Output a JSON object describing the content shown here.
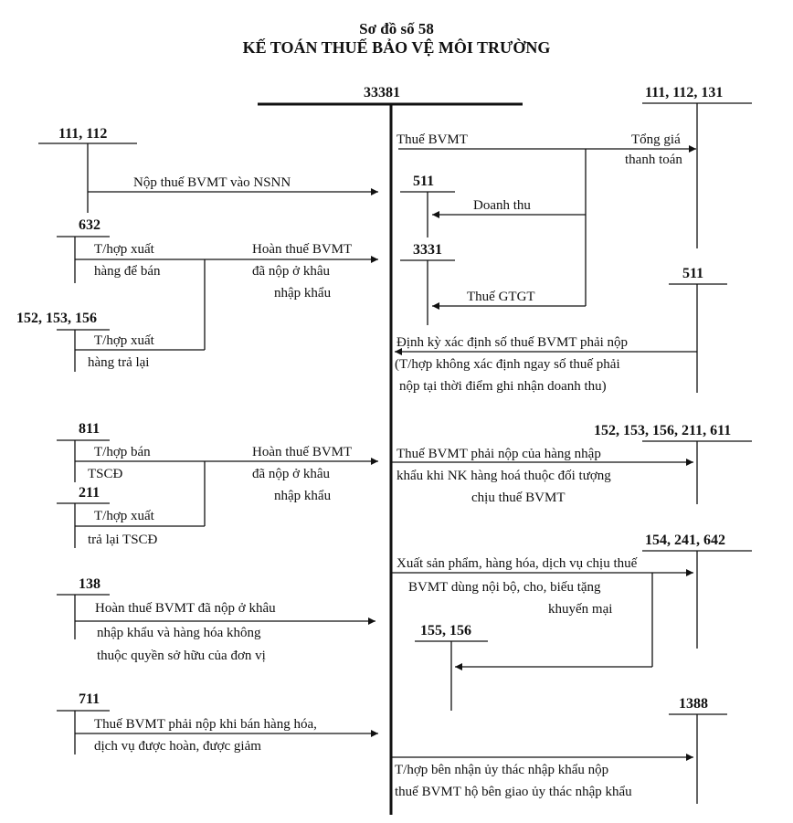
{
  "header": {
    "number": "Sơ đồ số 58",
    "title": "KẾ TOÁN THUẾ BẢO VỆ MÔI TRƯỜNG"
  },
  "accounts": {
    "a33381": "33381",
    "a111_112_131": "111, 112, 131",
    "a111_112": "111, 112",
    "a632": "632",
    "a152_153_156": "152, 153, 156",
    "a511_inner": "511",
    "a3331": "3331",
    "a511_right": "511",
    "a811": "811",
    "a211": "211",
    "a152_153_156_211_611": "152, 153, 156, 211, 611",
    "a154_241_642": "154, 241, 642",
    "a138": "138",
    "a155_156": "155, 156",
    "a711": "711",
    "a1388": "1388"
  },
  "labels": {
    "thue_bvmt": "Thuế BVMT",
    "tong_gia": "Tổng giá",
    "thanh_toan": "thanh toán",
    "nop_thue": "Nộp thuế BVMT vào NSNN",
    "doanh_thu": "Doanh thu",
    "thop_xuat_1": "T/hợp xuất",
    "hang_de_ban": "hàng để bán",
    "hoan_thue_1": "Hoàn thuế BVMT",
    "da_nop_1": "đã nộp ở khâu",
    "nhap_khau_1": "nhập khẩu",
    "thue_gtgt": "Thuế GTGT",
    "thop_xuat_2": "T/hợp xuất",
    "hang_tra_lai": "hàng trả lại",
    "dinh_ky_1": "Định kỳ xác định số thuế BVMT phải nộp",
    "dinh_ky_2": "(T/hợp không xác định ngay số thuế phải",
    "dinh_ky_3": "nộp tại thời điểm ghi nhận doanh thu)",
    "thop_ban": "T/hợp bán",
    "tscd": "TSCĐ",
    "hoan_thue_2": "Hoàn thuế BVMT",
    "da_nop_2": "đã nộp ở khâu",
    "nhap_khau_2": "nhập khẩu",
    "nk_1": "Thuế BVMT phải nộp của hàng nhập",
    "nk_2": "khẩu khi NK hàng hoá thuộc đối tượng",
    "nk_3": "chịu thuế BVMT",
    "thop_xuat_3": "T/hợp xuất",
    "tra_lai_tscd": "trả lại TSCĐ",
    "xuat_1": "Xuất sản phẩm, hàng hóa, dịch vụ chịu thuế",
    "xuat_2": "BVMT dùng nội bộ, cho, biếu tặng",
    "xuat_3": "khuyến mại",
    "hoan_138_1": "Hoàn thuế BVMT đã nộp ở khâu",
    "hoan_138_2": "nhập khẩu và hàng hóa không",
    "hoan_138_3": "thuộc quyền sở hữu của đơn vị",
    "ban_711_1": "Thuế BVMT phải nộp khi bán hàng hóa,",
    "ban_711_2": "dịch vụ được hoàn, được giảm",
    "uy_thac_1": "T/hợp bên nhận ủy thác nhập khẩu nộp",
    "uy_thac_2": "thuế BVMT hộ bên giao ủy thác nhập khẩu"
  }
}
